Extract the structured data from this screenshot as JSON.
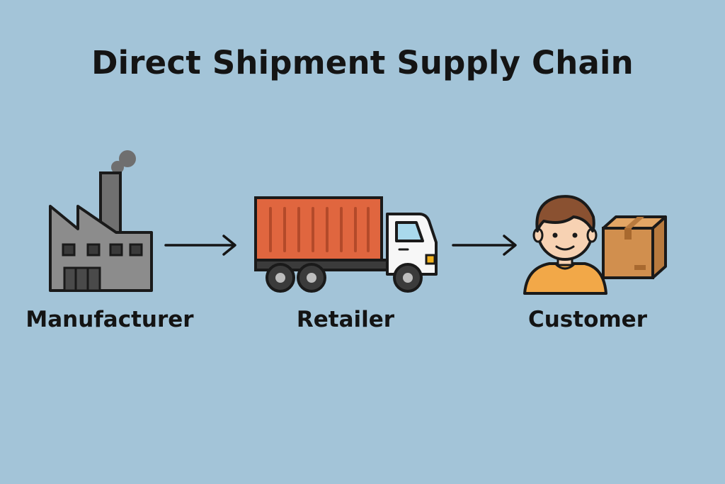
{
  "diagram": {
    "title": "Direct Shipment Supply Chain",
    "nodes": [
      {
        "id": "manufacturer",
        "label": "Manufacturer",
        "icon": "factory-icon"
      },
      {
        "id": "retailer",
        "label": "Retailer",
        "icon": "delivery-truck-icon"
      },
      {
        "id": "customer",
        "label": "Customer",
        "icon": "person-with-package-icon"
      }
    ],
    "edges": [
      {
        "from": "manufacturer",
        "to": "retailer"
      },
      {
        "from": "retailer",
        "to": "customer"
      }
    ],
    "colors": {
      "background": "#a3c4d8",
      "factory": "#8c8c8c",
      "truck_container": "#e0663f",
      "person_shirt": "#f2a848",
      "package": "#d18f4e",
      "outline": "#1a1a1a"
    }
  }
}
